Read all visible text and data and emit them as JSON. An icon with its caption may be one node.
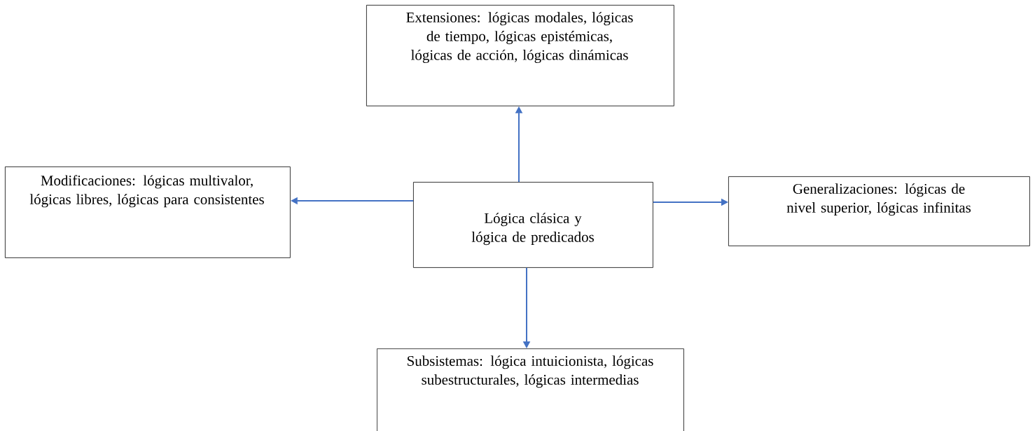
{
  "diagram": {
    "nodes": [
      {
        "text": [
          "Lógica clásica y lógica de predicados"
        ]
      },
      {
        "text": [
          "Extensiones: lógicas modales, lógicas de tiempo, lógicas epistémicas, lógicas de acción, lógicas dinámicas"
        ]
      },
      {
        "text": [
          "Modificaciones: lógicas multivalor, lógicas libres, lógicas para consistentes"
        ]
      },
      {
        "text": [
          "Generalizaciones: lógicas de nivel superior, lógicas infinitas"
        ]
      },
      {
        "text": [
          "Subsistemas: lógica intuicionista, lógicas subestructurales, lógicas intermedias"
        ]
      }
    ],
    "edges": [
      {
        "from": 0,
        "to": 1,
        "arrow": "to"
      },
      {
        "from": 0,
        "to": 2,
        "arrow": "to"
      },
      {
        "from": 0,
        "to": 3,
        "arrow": "to"
      },
      {
        "from": 0,
        "to": 4,
        "arrow": "to"
      }
    ]
  }
}
